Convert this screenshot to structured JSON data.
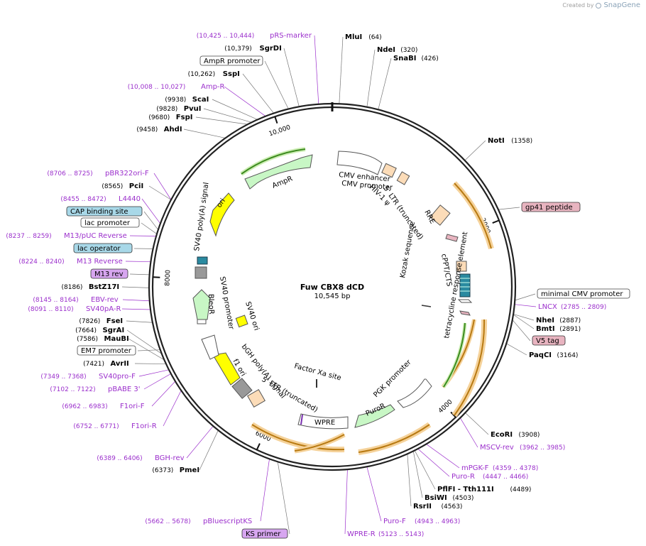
{
  "header": {
    "created_by": "Created by",
    "brand_name": "SnapGene"
  },
  "plasmid": {
    "name": "Fuw CBX8 dCD",
    "size_label": "10,545 bp",
    "total_bp": 10545
  },
  "colors": {
    "enzyme_text": "#000000",
    "primer_text": "#9b2fcc",
    "backbone": "#222222",
    "green_feature": "#c8f7c5",
    "yellow_feature": "#ffff00",
    "orange_feature": "#f5a623",
    "peach_feature": "#fcdcb8",
    "gray_feature": "#999999",
    "outline_feature": "#ffffff"
  },
  "ruler_ticks": [
    {
      "bp": 2000,
      "label": "2000"
    },
    {
      "bp": 4000,
      "label": "4000"
    },
    {
      "bp": 6000,
      "label": "6000"
    },
    {
      "bp": 8000,
      "label": "8000"
    },
    {
      "bp": 10000,
      "label": "10,000"
    }
  ],
  "left_labels": [
    {
      "pos": "(10,425 .. 10,444)",
      "name": "pRS-marker",
      "kind": "primer"
    },
    {
      "pos": "(10,379)",
      "name": "SgrDI",
      "kind": "enzyme"
    },
    {
      "pos": "",
      "name": "AmpR promoter",
      "kind": "box-white"
    },
    {
      "pos": "(10,262)",
      "name": "SspI",
      "kind": "enzyme"
    },
    {
      "pos": "(10,008 .. 10,027)",
      "name": "Amp-R",
      "kind": "primer"
    },
    {
      "pos": "(9938)",
      "name": "ScaI",
      "kind": "enzyme"
    },
    {
      "pos": "(9828)",
      "name": "PvuI",
      "kind": "enzyme"
    },
    {
      "pos": "(9680)",
      "name": "FspI",
      "kind": "enzyme"
    },
    {
      "pos": "(9458)",
      "name": "AhdI",
      "kind": "enzyme"
    },
    {
      "pos": "(8706 .. 8725)",
      "name": "pBR322ori-F",
      "kind": "primer"
    },
    {
      "pos": "(8565)",
      "name": "PciI",
      "kind": "enzyme"
    },
    {
      "pos": "(8455 .. 8472)",
      "name": "L4440",
      "kind": "primer"
    },
    {
      "pos": "",
      "name": "CAP binding site",
      "kind": "box-blue"
    },
    {
      "pos": "",
      "name": "lac promoter",
      "kind": "box-white"
    },
    {
      "pos": "(8237 .. 8259)",
      "name": "M13/pUC Reverse",
      "kind": "primer"
    },
    {
      "pos": "",
      "name": "lac operator",
      "kind": "box-blue"
    },
    {
      "pos": "(8224 .. 8240)",
      "name": "M13 Reverse",
      "kind": "primer"
    },
    {
      "pos": "",
      "name": "M13 rev",
      "kind": "box-purple"
    },
    {
      "pos": "(8186)",
      "name": "BstZ17I",
      "kind": "enzyme"
    },
    {
      "pos": "(8145 .. 8164)",
      "name": "EBV-rev",
      "kind": "primer"
    },
    {
      "pos": "(8091 .. 8110)",
      "name": "SV40pA-R",
      "kind": "primer"
    },
    {
      "pos": "(7826)",
      "name": "FseI",
      "kind": "enzyme"
    },
    {
      "pos": "(7664)",
      "name": "SgrAI",
      "kind": "enzyme"
    },
    {
      "pos": "(7586)",
      "name": "MauBI",
      "kind": "enzyme"
    },
    {
      "pos": "",
      "name": "EM7 promoter",
      "kind": "box-white"
    },
    {
      "pos": "(7421)",
      "name": "AvrII",
      "kind": "enzyme"
    },
    {
      "pos": "(7349 .. 7368)",
      "name": "SV40pro-F",
      "kind": "primer"
    },
    {
      "pos": "(7102 .. 7122)",
      "name": "pBABE 3'",
      "kind": "primer"
    },
    {
      "pos": "(6962 .. 6983)",
      "name": "F1ori-F",
      "kind": "primer"
    },
    {
      "pos": "(6752 .. 6771)",
      "name": "F1ori-R",
      "kind": "primer"
    },
    {
      "pos": "(6389 .. 6406)",
      "name": "BGH-rev",
      "kind": "primer"
    },
    {
      "pos": "(6373)",
      "name": "PmeI",
      "kind": "enzyme"
    },
    {
      "pos": "(5662 .. 5678)",
      "name": "pBluescriptKS",
      "kind": "primer"
    },
    {
      "pos": "",
      "name": "KS primer",
      "kind": "box-purple"
    }
  ],
  "right_labels": [
    {
      "name": "MluI",
      "pos": "(64)",
      "kind": "enzyme"
    },
    {
      "name": "NdeI",
      "pos": "(320)",
      "kind": "enzyme"
    },
    {
      "name": "SnaBI",
      "pos": "(426)",
      "kind": "enzyme"
    },
    {
      "name": "NotI",
      "pos": "(1358)",
      "kind": "enzyme"
    },
    {
      "name": "gp41 peptide",
      "pos": "",
      "kind": "box-pink"
    },
    {
      "name": "minimal CMV promoter",
      "pos": "",
      "kind": "box-white"
    },
    {
      "name": "LNCX",
      "pos": "(2785 .. 2809)",
      "kind": "primer"
    },
    {
      "name": "NheI",
      "pos": "(2887)",
      "kind": "enzyme"
    },
    {
      "name": "BmtI",
      "pos": "(2891)",
      "kind": "enzyme"
    },
    {
      "name": "V5 tag",
      "pos": "",
      "kind": "box-pink"
    },
    {
      "name": "PaqCI",
      "pos": "(3164)",
      "kind": "enzyme"
    },
    {
      "name": "EcoRI",
      "pos": "(3908)",
      "kind": "enzyme"
    },
    {
      "name": "MSCV-rev",
      "pos": "(3962 .. 3985)",
      "kind": "primer"
    },
    {
      "name": "mPGK-F",
      "pos": "(4359 .. 4378)",
      "kind": "primer"
    },
    {
      "name": "Puro-R",
      "pos": "(4447 .. 4466)",
      "kind": "primer"
    },
    {
      "name": "PflFI - Tth111I",
      "pos": "(4489)",
      "kind": "enzyme"
    },
    {
      "name": "BsiWI",
      "pos": "(4503)",
      "kind": "enzyme"
    },
    {
      "name": "RsrII",
      "pos": "(4563)",
      "kind": "enzyme"
    },
    {
      "name": "Puro-F",
      "pos": "(4943 .. 4963)",
      "kind": "primer"
    },
    {
      "name": "WPRE-R",
      "pos": "(5123 .. 5143)",
      "kind": "primer"
    }
  ],
  "features": {
    "inner_labels": [
      "CMV enhancer",
      "CMV promoter",
      "HIV-1 ψ",
      "5' LTR (truncated)",
      "RRE",
      "cPPT/CTS",
      "Kozak sequence",
      "tetracycline response element",
      "PGK promoter",
      "PuroR",
      "WPRE",
      "Factor Xa site",
      "5' LTR (truncated)",
      "bGH poly(A) signal",
      "f1 ori",
      "SV40 ori",
      "SV40 promoter",
      "BleoR",
      "SV40 poly(A) signal",
      "ori",
      "AmpR"
    ]
  }
}
